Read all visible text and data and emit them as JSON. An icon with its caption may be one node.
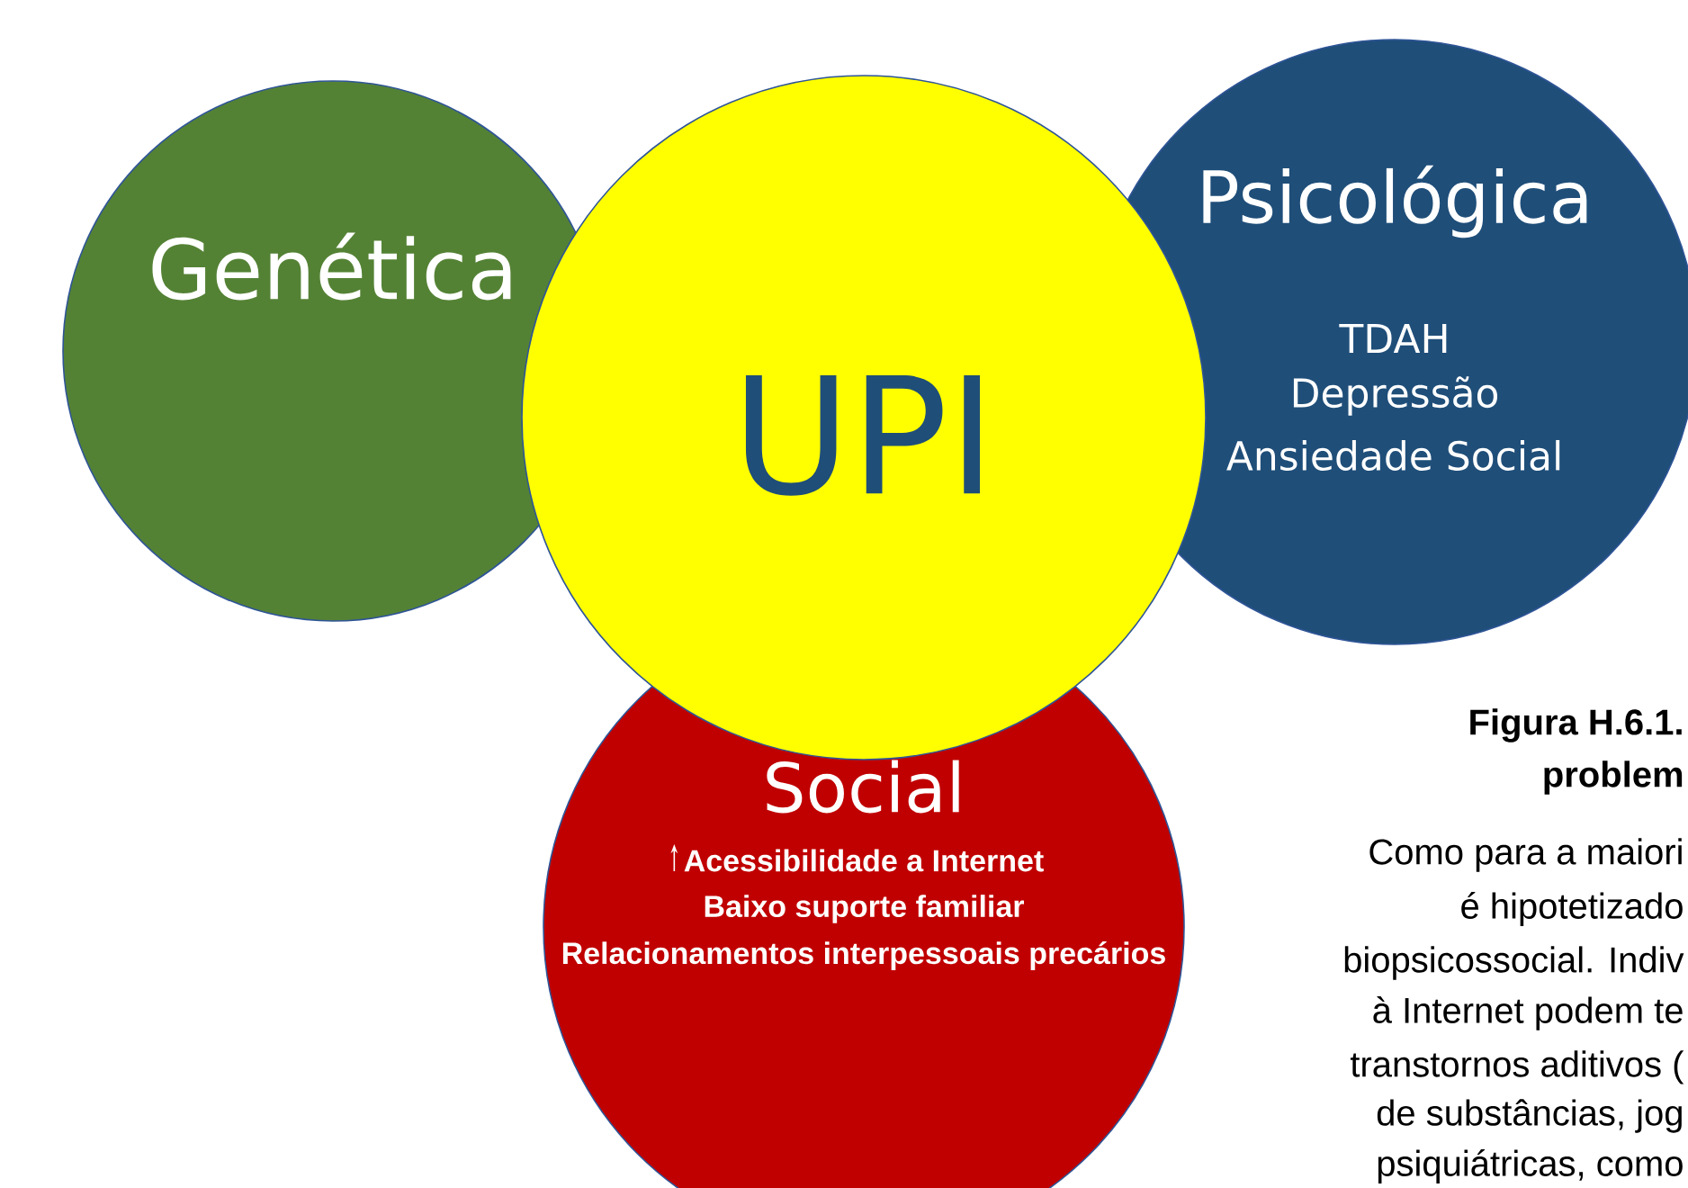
{
  "diagram": {
    "nodes": [
      {
        "text": [
          "Genética"
        ]
      },
      {
        "text": [
          "UPI"
        ]
      },
      {
        "text": [
          "Psicológica",
          "TDAH",
          "Depressão",
          "Ansiedade Social"
        ]
      },
      {
        "text": [
          "Social",
          "Acessibilidade a Internet",
          "Baixo suporte familiar",
          "Relacionamentos interpessoais precários"
        ]
      }
    ],
    "labels": [
      "Figura H.6.1.",
      "problem",
      "Como para a maiori",
      "é hipotetizado",
      "biopsicossocial. Indiv",
      "à Internet podem te",
      "transtornos aditivos (",
      "de substâncias, jog",
      "psiquiátricas, como"
    ]
  }
}
